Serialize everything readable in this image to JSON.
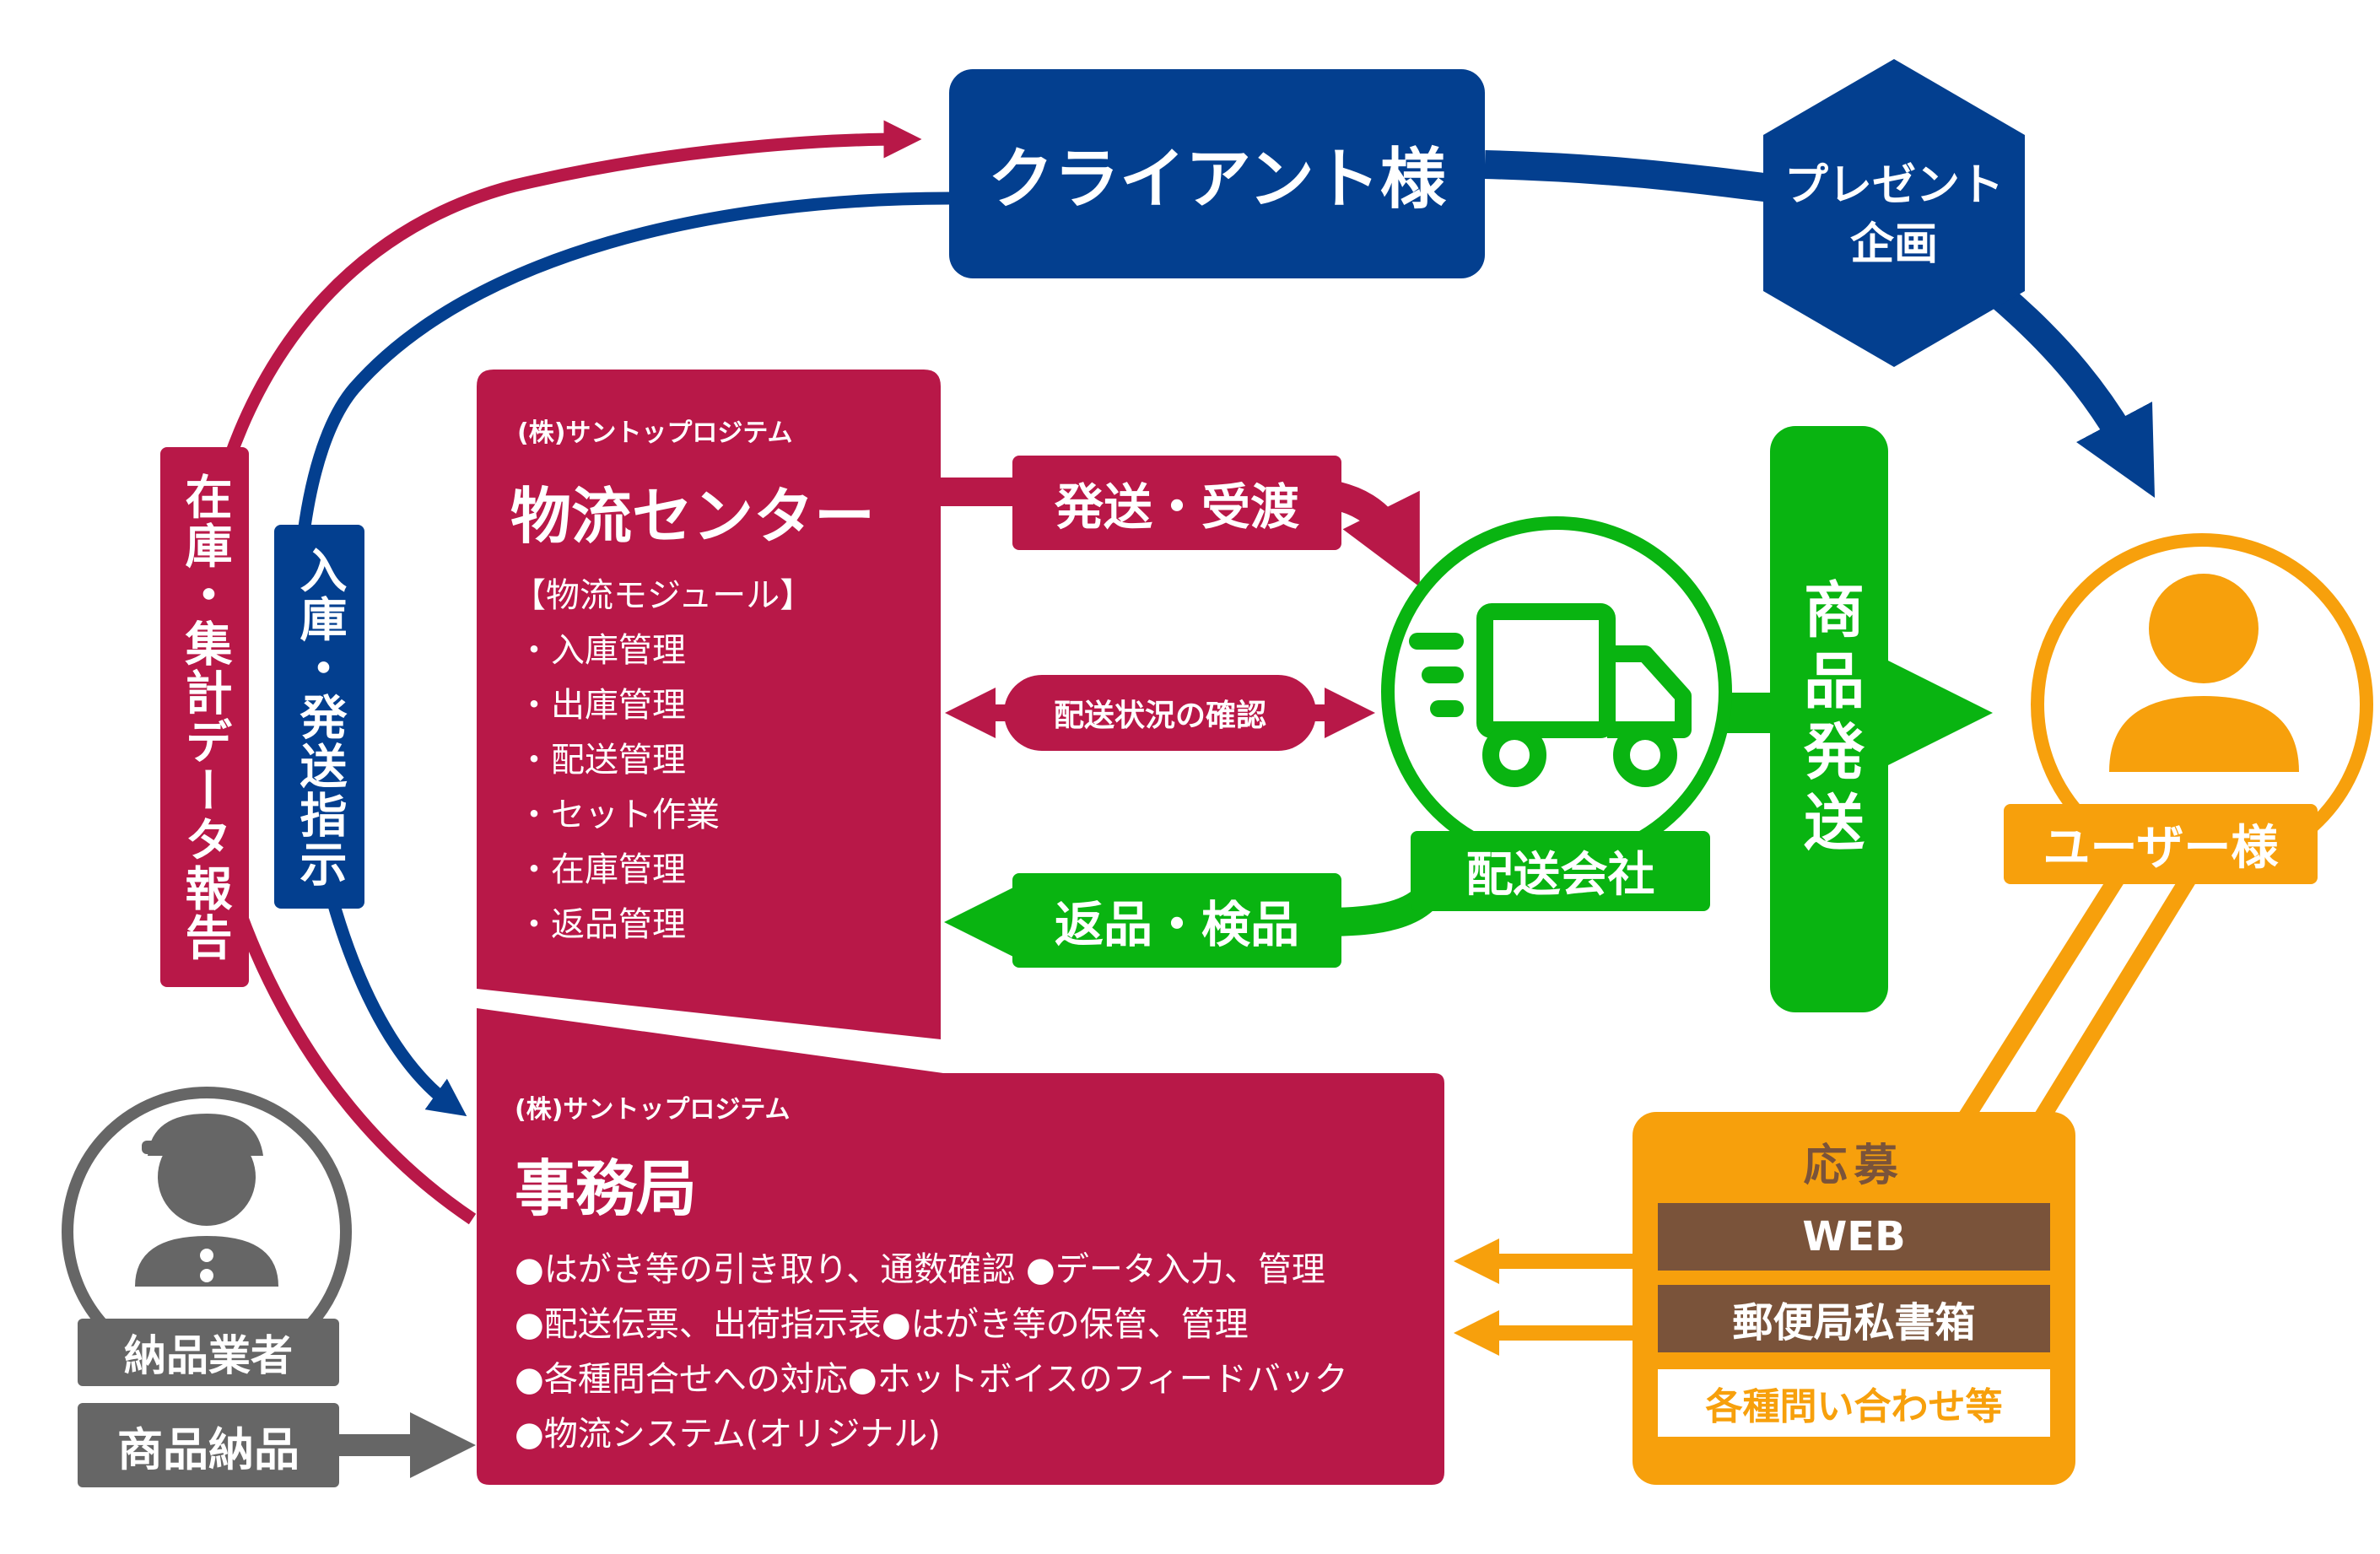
{
  "colors": {
    "navy": "#033F8F",
    "crimson": "#B81848",
    "green": "#09B411",
    "orange": "#F7A00C",
    "gray": "#666666",
    "brown": "#7A533A"
  },
  "client": {
    "label": "クライアント様"
  },
  "present": {
    "line1": "プレゼント",
    "line2": "企画"
  },
  "left_labels": {
    "report": "在庫・集計データ報告",
    "instruction": "入庫・発送指示"
  },
  "logistics": {
    "company": "(株)サントップロジテム",
    "title": "物流センター",
    "module_heading": "【物流モジュール】",
    "items": [
      "・入庫管理",
      "・出庫管理",
      "・配送管理",
      "・セット作業",
      "・在庫管理",
      "・返品管理"
    ]
  },
  "flows": {
    "ship_receive": "発送・受渡",
    "status_check": "配送状況の確認",
    "return_inspect": "返品・検品"
  },
  "delivery": {
    "label": "配送会社",
    "icon": "truck-icon"
  },
  "ship_products": {
    "label": "商品発送"
  },
  "user": {
    "label": "ユーザー様",
    "icon": "person-icon"
  },
  "office": {
    "company": "(株)サントップロジテム",
    "title": "事務局",
    "lines": [
      "●はがき等の引き取り、通数確認 ●データ入力、管理",
      "●配送伝票、出荷指示表●はがき等の保管、管理",
      "●各種問合せへの対応●ホットボイスのフィードバック",
      "●物流システム(オリジナル)"
    ]
  },
  "apply": {
    "title": "応募",
    "web": "WEB",
    "pobox": "郵便局私書箱",
    "inquiries": "各種問い合わせ等"
  },
  "vendor": {
    "label": "納品業者",
    "icon": "delivery-worker-icon"
  },
  "product_delivery": {
    "label": "商品納品"
  }
}
